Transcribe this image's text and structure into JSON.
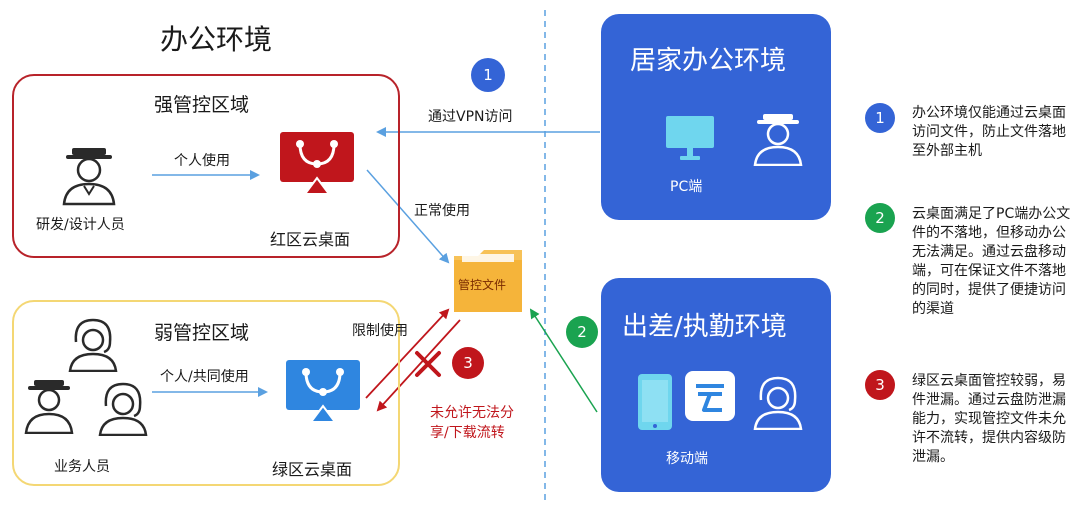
{
  "left": {
    "title": "办公环境",
    "strong_zone": {
      "title": "强管控区域",
      "person_label": "研发/设计人员",
      "arrow_label": "个人使用",
      "desktop_label": "红区云桌面"
    },
    "weak_zone": {
      "title": "弱管控区域",
      "person_label": "业务人员",
      "arrow_label": "个人/共同使用",
      "desktop_label": "绿区云桌面"
    }
  },
  "middle": {
    "step1_num": "1",
    "vpn_label": "通过VPN访问",
    "normal_use": "正常使用",
    "file_label": "管控文件",
    "limit_use": "限制使用",
    "step2_num": "2",
    "step3_num": "3",
    "deny_label_1": "未允许无法分",
    "deny_label_2": "享/下载流转"
  },
  "right": {
    "home": {
      "title": "居家办公环境",
      "device_label": "PC端"
    },
    "travel": {
      "title": "出差/执勤环境",
      "device_label": "移动端"
    }
  },
  "notes": [
    {
      "num": "1",
      "color": "#3464d6",
      "text": "办公环境仅能通过云桌面访问文件，防止文件落地至外部主机"
    },
    {
      "num": "2",
      "color": "#1aa350",
      "text": "云桌面满足了PC端办公文件的不落地，但移动办公无法满足。通过云盘移动端，可在保证文件不落地的同时，提供了便捷访问的渠道"
    },
    {
      "num": "3",
      "color": "#c0161c",
      "text": "绿区云桌面管控较弱，易件泄漏。通过云盘防泄漏能力，实现管控文件未允许不流转，提供内容级防泄漏。"
    }
  ],
  "colors": {
    "red": "#c0161c",
    "blue": "#3464d6",
    "green": "#1aa350",
    "arrow_blue": "#5aa0e0",
    "yellow_border": "#f4d774",
    "folder": "#f5b43a"
  },
  "icons": [
    "person-icon",
    "cloud-desktop-red-icon",
    "cloud-desktop-blue-icon",
    "folder-icon",
    "monitor-icon",
    "phone-icon",
    "cloud-app-icon",
    "cross-icon"
  ]
}
